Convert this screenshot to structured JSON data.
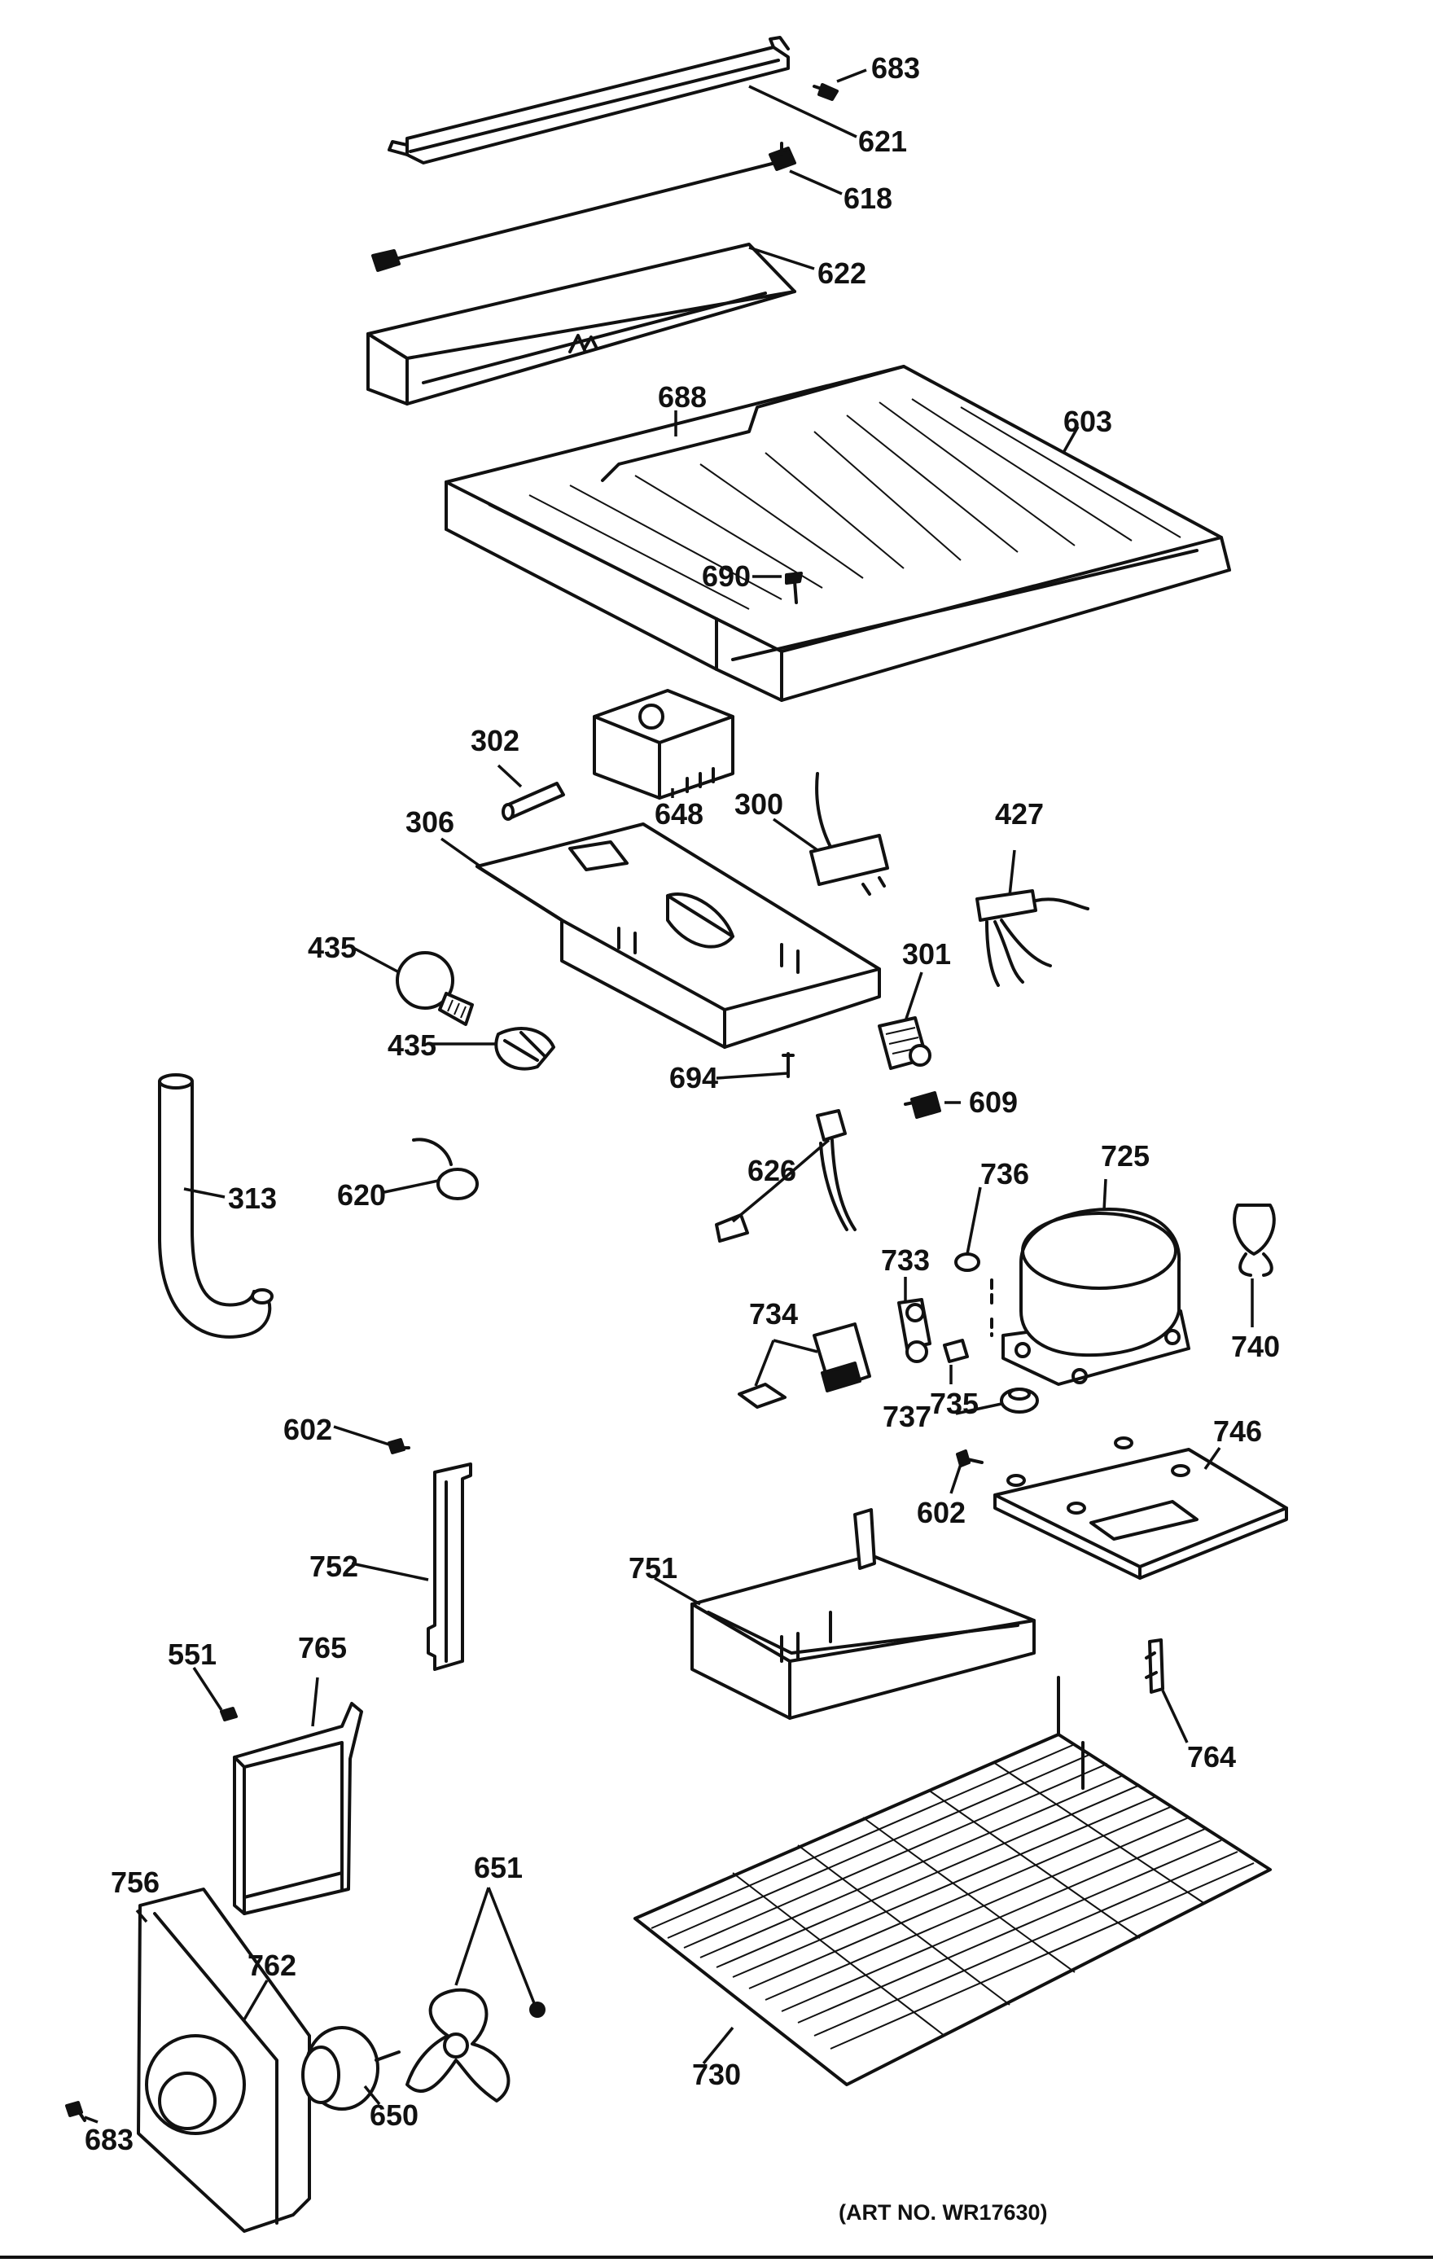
{
  "art_number": "(ART NO. WR17630)",
  "parts": [
    {
      "id": "p683a",
      "label": "683"
    },
    {
      "id": "p621",
      "label": "621"
    },
    {
      "id": "p618",
      "label": "618"
    },
    {
      "id": "p622",
      "label": "622"
    },
    {
      "id": "p688",
      "label": "688"
    },
    {
      "id": "p603",
      "label": "603"
    },
    {
      "id": "p690",
      "label": "690"
    },
    {
      "id": "p302",
      "label": "302"
    },
    {
      "id": "p648",
      "label": "648"
    },
    {
      "id": "p306",
      "label": "306"
    },
    {
      "id": "p300",
      "label": "300"
    },
    {
      "id": "p427",
      "label": "427"
    },
    {
      "id": "p435a",
      "label": "435"
    },
    {
      "id": "p435b",
      "label": "435"
    },
    {
      "id": "p301",
      "label": "301"
    },
    {
      "id": "p694",
      "label": "694"
    },
    {
      "id": "p609",
      "label": "609"
    },
    {
      "id": "p313",
      "label": "313"
    },
    {
      "id": "p620",
      "label": "620"
    },
    {
      "id": "p626",
      "label": "626"
    },
    {
      "id": "p736",
      "label": "736"
    },
    {
      "id": "p725",
      "label": "725"
    },
    {
      "id": "p733",
      "label": "733"
    },
    {
      "id": "p740",
      "label": "740"
    },
    {
      "id": "p734",
      "label": "734"
    },
    {
      "id": "p735",
      "label": "735"
    },
    {
      "id": "p737",
      "label": "737"
    },
    {
      "id": "p602a",
      "label": "602"
    },
    {
      "id": "p746",
      "label": "746"
    },
    {
      "id": "p602b",
      "label": "602"
    },
    {
      "id": "p752",
      "label": "752"
    },
    {
      "id": "p751",
      "label": "751"
    },
    {
      "id": "p551",
      "label": "551"
    },
    {
      "id": "p765",
      "label": "765"
    },
    {
      "id": "p764",
      "label": "764"
    },
    {
      "id": "p651",
      "label": "651"
    },
    {
      "id": "p756",
      "label": "756"
    },
    {
      "id": "p762",
      "label": "762"
    },
    {
      "id": "p650",
      "label": "650"
    },
    {
      "id": "p730",
      "label": "730"
    },
    {
      "id": "p683b",
      "label": "683"
    }
  ]
}
